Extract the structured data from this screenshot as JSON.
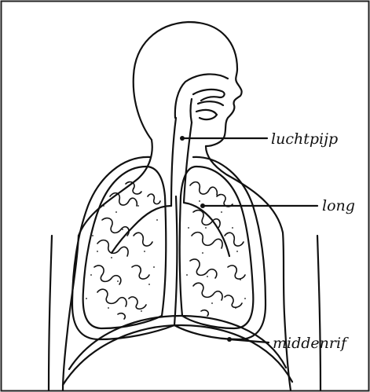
{
  "labels": {
    "trachea": "luchtpijp",
    "lung": "long",
    "diaphragm": "middenrif"
  },
  "colors": {
    "line": "#111111",
    "background": "#ffffff",
    "frame": "#222222"
  }
}
